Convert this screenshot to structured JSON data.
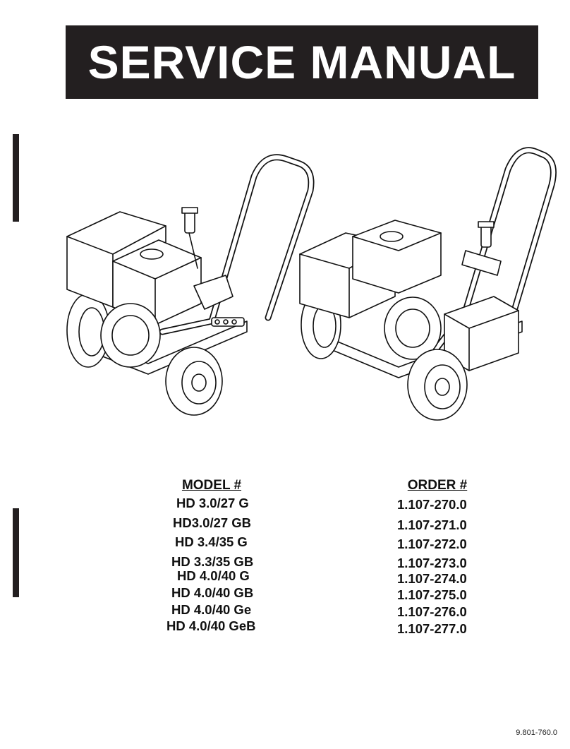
{
  "header": {
    "title": "SERVICE MANUAL"
  },
  "table": {
    "model_header": "MODEL #",
    "order_header": "ORDER #",
    "rows": [
      {
        "model": "HD 3.0/27 G",
        "order": "1.107-270.0"
      },
      {
        "model": "HD3.0/27 GB",
        "order": "1.107-271.0"
      },
      {
        "model": "HD 3.4/35 G",
        "order": "1.107-272.0"
      },
      {
        "model": "HD 3.3/35 GB",
        "order": "1.107-273.0"
      },
      {
        "model": "HD 4.0/40 G",
        "order": "1.107-274.0"
      },
      {
        "model": "HD 4.0/40 GB",
        "order": "1.107-275.0"
      },
      {
        "model": "HD 4.0/40 Ge",
        "order": "1.107-276.0"
      },
      {
        "model": "HD 4.0/40 GeB",
        "order": "1.107-277.0"
      }
    ]
  },
  "footer": {
    "doc_number": "9.801-760.0"
  },
  "colors": {
    "banner": "#231f20",
    "text": "#111111"
  }
}
